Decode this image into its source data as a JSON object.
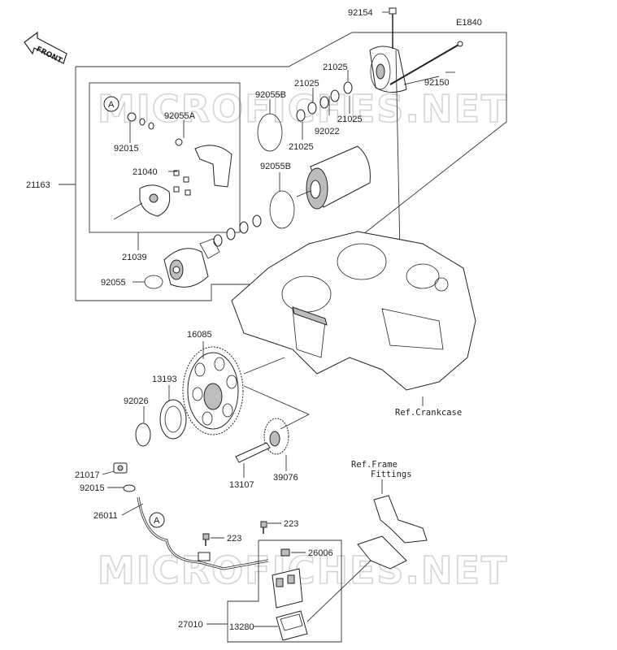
{
  "diagram_code": "E1840",
  "watermark": "MICROFICHES.NET",
  "front_label": "FRONT",
  "circle_marker": "A",
  "references": {
    "crankcase": "Ref.Crankcase",
    "frame_line1": "Ref.Frame",
    "frame_line2": "Fittings"
  },
  "labels": {
    "p92154": "92154",
    "p92150": "92150",
    "p21025_a": "21025",
    "p21025_b": "21025",
    "p21025_c": "21025",
    "p21025_d": "21025",
    "p92022": "92022",
    "p92055B_a": "92055B",
    "p92055B_b": "92055B",
    "p92055A": "92055A",
    "p92015_a": "92015",
    "p21040": "21040",
    "p21163": "21163",
    "p21039": "21039",
    "p92055": "92055",
    "p16085": "16085",
    "p13193": "13193",
    "p92026": "92026",
    "p13107": "13107",
    "p39076": "39076",
    "p21017": "21017",
    "p92015_b": "92015",
    "p26011": "26011",
    "p223_a": "223",
    "p223_b": "223",
    "p26006": "26006",
    "p27010": "27010",
    "p13280": "13280"
  }
}
